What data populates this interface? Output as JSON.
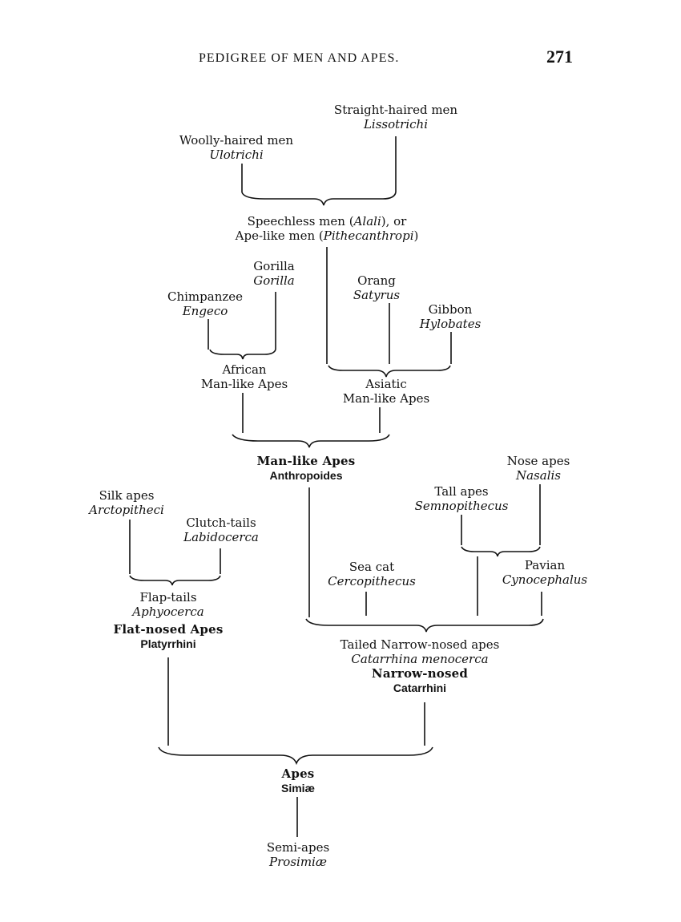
{
  "header": {
    "title": "PEDIGREE OF MEN AND APES.",
    "page_number": "271"
  },
  "nodes": {
    "straight_haired": {
      "name": "Straight-haired men",
      "latin": "Lissotrichi"
    },
    "woolly_haired": {
      "name": "Woolly-haired men",
      "latin": "Ulotrichi"
    },
    "speechless": {
      "line1_pre": "Speechless men (",
      "line1_latin": "Alali",
      "line1_post": "), or",
      "line2_pre": "Ape-like men (",
      "line2_latin": "Pithecanthropi",
      "line2_post": ")"
    },
    "gorilla": {
      "name": "Gorilla",
      "latin": "Gorilla"
    },
    "chimpanzee": {
      "name": "Chimpanzee",
      "latin": "Engeco"
    },
    "orang": {
      "name": "Orang",
      "latin": "Satyrus"
    },
    "gibbon": {
      "name": "Gibbon",
      "latin": "Hylobates"
    },
    "african": {
      "line1": "African",
      "line2": "Man-like Apes"
    },
    "asiatic": {
      "line1": "Asiatic",
      "line2": "Man-like Apes"
    },
    "man_like": {
      "gothic": "Man-like Apes",
      "bold": "Anthropoides"
    },
    "nose_apes": {
      "name": "Nose apes",
      "latin": "Nasalis"
    },
    "tall_apes": {
      "name": "Tall apes",
      "latin": "Semnopithecus"
    },
    "silk_apes": {
      "name": "Silk apes",
      "latin": "Arctopitheci"
    },
    "clutch_tails": {
      "name": "Clutch-tails",
      "latin": "Labidocerca"
    },
    "sea_cat": {
      "name": "Sea cat",
      "latin": "Cercopithecus"
    },
    "pavian": {
      "name": "Pavian",
      "latin": "Cynocephalus"
    },
    "flap_tails": {
      "name": "Flap-tails",
      "latin": "Aphyocerca"
    },
    "flat_nosed": {
      "gothic": "Flat-nosed Apes",
      "bold": "Platyrrhini"
    },
    "tailed_narrow": {
      "name": "Tailed Narrow-nosed apes",
      "latin": "Catarrhina menocerca",
      "gothic": "Narrow-nosed",
      "bold": "Catarrhini"
    },
    "apes": {
      "gothic": "Apes",
      "bold": "Simiæ"
    },
    "semi_apes": {
      "name": "Semi-apes",
      "latin": "Prosimiæ"
    }
  }
}
